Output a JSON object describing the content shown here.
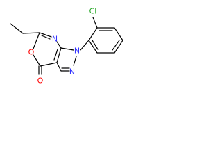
{
  "molecule": {
    "colors": {
      "bond": "#000000",
      "N": "#3333ff",
      "O": "#ff0000",
      "Cl": "#1fa51f",
      "background": "#ffffff"
    },
    "labels": {
      "cl": "Cl",
      "n_ring_top": "N",
      "n_pyrazole_1": "N",
      "n_pyrazole_2": "N",
      "o_ring": "O",
      "o_carbonyl": "O"
    }
  }
}
